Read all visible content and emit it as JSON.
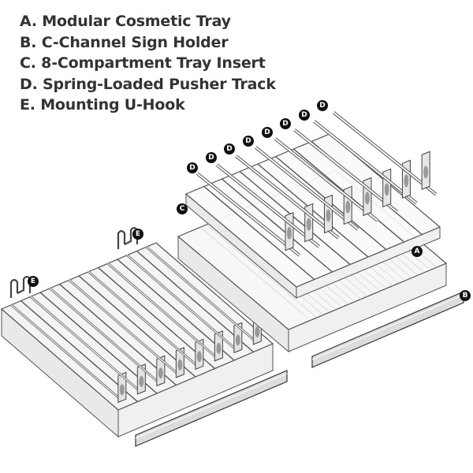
{
  "legend": [
    {
      "key": "A",
      "text": "A. Modular Cosmetic Tray"
    },
    {
      "key": "B",
      "text": "B. C-Channel Sign Holder"
    },
    {
      "key": "C",
      "text": "C. 8-Compartment Tray Insert"
    },
    {
      "key": "D",
      "text": "D. Spring-Loaded Pusher Track"
    },
    {
      "key": "E",
      "text": "E. Mounting U-Hook"
    }
  ],
  "callouts": {
    "A": "A",
    "B": "B",
    "C": "C",
    "D": "D",
    "E": "E"
  },
  "colors": {
    "line": "#555555",
    "fill": "#f4f4f4",
    "sign": "#dcdcdc",
    "callout": "#111111"
  }
}
